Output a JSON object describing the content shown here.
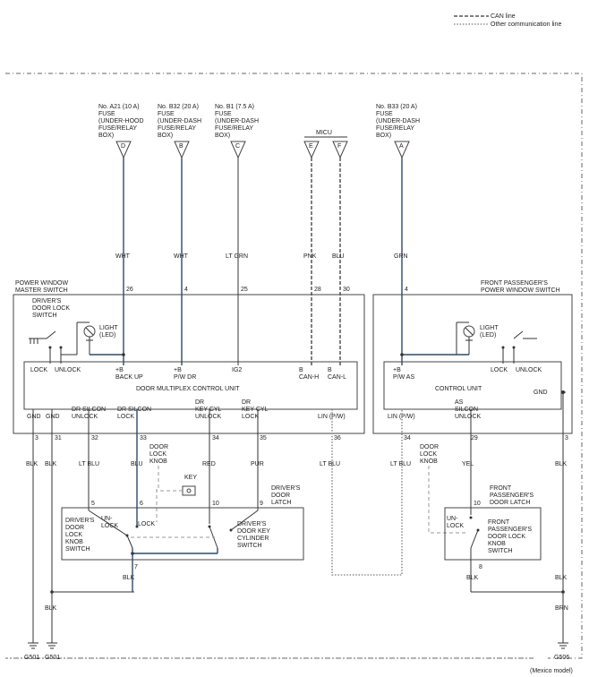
{
  "legend": {
    "can_line": "CAN line",
    "other_comm_line": "Other communication line"
  },
  "fuses": [
    {
      "id": "D",
      "lines": [
        "No. A21 (10 A)",
        "FUSE",
        "(UNDER-HOOD",
        "FUSE/RELAY",
        "BOX)"
      ]
    },
    {
      "id": "B",
      "lines": [
        "No. B32 (20 A)",
        "FUSE",
        "(UNDER-DASH",
        "FUSE/RELAY",
        "BOX)"
      ]
    },
    {
      "id": "C",
      "lines": [
        "No. B1 (7.5 A)",
        "FUSE",
        "(UNDER-DASH",
        "FUSE/RELAY",
        "BOX)"
      ]
    },
    {
      "id": "A",
      "lines": [
        "No. B33 (20 A)",
        "FUSE",
        "(UNDER-DASH",
        "FUSE/RELAY",
        "BOX)"
      ]
    }
  ],
  "micu": {
    "label": "MICU",
    "pins": [
      "E",
      "F"
    ]
  },
  "wire_colors_top": [
    "WHT",
    "WHT",
    "LT GRN",
    "PNK",
    "BLU",
    "GRN"
  ],
  "top_pins": [
    "26",
    "4",
    "25",
    "28",
    "30",
    "4"
  ],
  "pw_master": {
    "title_lines": [
      "POWER WINDOW",
      "MASTER SWITCH"
    ],
    "switch_lines": [
      "DRIVER'S",
      "DOOR LOCK",
      "SWITCH"
    ],
    "light_lines": [
      "LIGHT",
      "(LED)"
    ],
    "lock": "LOCK",
    "unlock": "UNLOCK",
    "terminals": [
      [
        "+B",
        "BACK UP"
      ],
      [
        "+B",
        "P/W DR"
      ],
      [
        "IG2"
      ],
      [
        "B",
        "CAN-H"
      ],
      [
        "B",
        "CAN-L"
      ]
    ],
    "unit_label": "DOOR MULTIPLEX CONTROL UNIT",
    "bottom_terminals": [
      [
        "GND"
      ],
      [
        "GND"
      ],
      [
        "DR SILCON",
        "UNLOCK"
      ],
      [
        "DR SILCON",
        "LOCK"
      ],
      [
        "DR",
        "KEY CYL",
        "UNLOCK"
      ],
      [
        "DR",
        "KEY CYL",
        "LOCK"
      ],
      [
        "LIN (P/W)"
      ]
    ],
    "bottom_pins": [
      "3",
      "31",
      "32",
      "33",
      "34",
      "35",
      "36"
    ]
  },
  "fp_pw": {
    "title_lines": [
      "FRONT PASSENGER'S",
      "POWER WINDOW SWITCH"
    ],
    "light_lines": [
      "LIGHT",
      "(LED)"
    ],
    "lock": "LOCK",
    "unlock": "UNLOCK",
    "terminal": [
      "+B",
      "P/W AS"
    ],
    "unit_label": "CONTROL UNIT",
    "gnd": "GND",
    "bottom_terminals": [
      [
        "LIN (P/W)"
      ],
      [
        "AS",
        "SILCON",
        "UNLOCK"
      ]
    ],
    "bottom_pins": [
      "34",
      "29",
      "3"
    ]
  },
  "wire_colors_mid": [
    "BLK",
    "BLK",
    "LT BLU",
    "BLU",
    "RED",
    "PUR",
    "LT BLU",
    "LT BLU",
    "YEL",
    "BLK"
  ],
  "door_lock_knob": [
    "DOOR",
    "LOCK",
    "KNOB"
  ],
  "key": "KEY",
  "driver_latch": {
    "title_lines": [
      "DRIVER'S",
      "DOOR",
      "LATCH"
    ],
    "knob_switch_lines": [
      "DRIVER'S",
      "DOOR",
      "LOCK",
      "KNOB",
      "SWITCH"
    ],
    "unlock_lines": [
      "UN-",
      "LOCK"
    ],
    "lock": "LOCK",
    "cyl_lines": [
      "DRIVER'S",
      "DOOR KEY",
      "CYLINDER",
      "SWITCH"
    ],
    "pins": [
      "5",
      "6",
      "10",
      "9",
      "7"
    ]
  },
  "fp_latch": {
    "title_lines": [
      "FRONT",
      "PASSENGER'S",
      "DOOR LATCH"
    ],
    "unlock_lines": [
      "UN-",
      "LOCK"
    ],
    "switch_lines": [
      "FRONT",
      "PASSENGER'S",
      "DOOR LOCK",
      "KNOB",
      "SWITCH"
    ],
    "pins": [
      "10",
      "8"
    ]
  },
  "lower_wires": [
    "BLK",
    "BLK",
    "BLK",
    "BLK",
    "BRN"
  ],
  "grounds": [
    "G501",
    "G501",
    "G506"
  ],
  "model_note": "(Mexico model)"
}
